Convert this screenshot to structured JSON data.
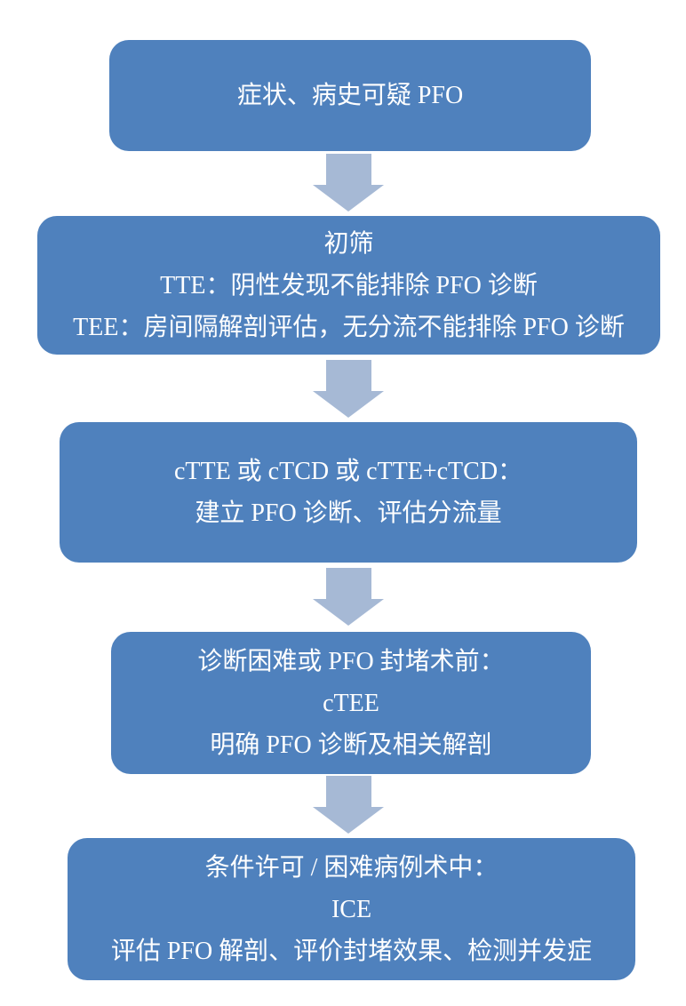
{
  "flowchart": {
    "description": "PFO diagnosis imaging workflow flowchart",
    "colors": {
      "node_fill": "#4f81bd",
      "node_text": "#ffffff",
      "arrow_fill": "#a6b9d5",
      "background": "#ffffff"
    },
    "nodes": [
      {
        "id": "suspected-pfo",
        "lines": [
          "症状、病史可疑 PFO"
        ]
      },
      {
        "id": "initial-screening",
        "lines": [
          "初筛",
          "TTE：阴性发现不能排除 PFO 诊断",
          "TEE：房间隔解剖评估，无分流不能排除 PFO 诊断"
        ]
      },
      {
        "id": "ctte-ctcd",
        "lines": [
          "cTTE 或 cTCD 或 cTTE+cTCD：",
          "建立 PFO 诊断、评估分流量"
        ]
      },
      {
        "id": "ctee",
        "lines": [
          "诊断困难或 PFO 封堵术前：",
          "cTEE",
          "明确 PFO 诊断及相关解剖"
        ]
      },
      {
        "id": "ice",
        "lines": [
          "条件许可 / 困难病例术中：",
          "ICE",
          "评估 PFO 解剖、评价封堵效果、检测并发症"
        ]
      }
    ],
    "connectors": [
      {
        "from": "suspected-pfo",
        "to": "initial-screening",
        "type": "down-arrow"
      },
      {
        "from": "initial-screening",
        "to": "ctte-ctcd",
        "type": "down-arrow"
      },
      {
        "from": "ctte-ctcd",
        "to": "ctee",
        "type": "down-arrow"
      },
      {
        "from": "ctee",
        "to": "ice",
        "type": "down-arrow"
      }
    ]
  }
}
